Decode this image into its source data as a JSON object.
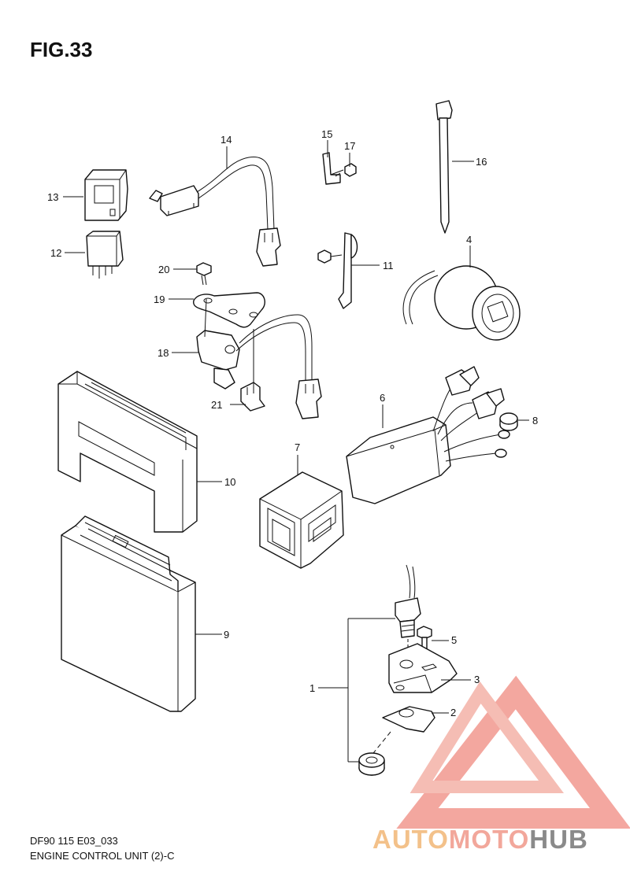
{
  "figure": {
    "title": "FIG.33",
    "code": "DF90 115 E03_033",
    "name": "ENGINE CONTROL UNIT (2)-C"
  },
  "callouts": [
    "1",
    "2",
    "3",
    "4",
    "5",
    "6",
    "7",
    "8",
    "9",
    "10",
    "11",
    "12",
    "13",
    "14",
    "15",
    "16",
    "17",
    "18",
    "19",
    "20",
    "21"
  ],
  "watermark": {
    "part1": "AUTO",
    "part2": "MOTO",
    "part3": "HUB",
    "colors": {
      "auto": "#f3c18a",
      "moto": "#f2a79b",
      "hub": "#8a8a8a",
      "triangle": "#f08a80"
    }
  }
}
